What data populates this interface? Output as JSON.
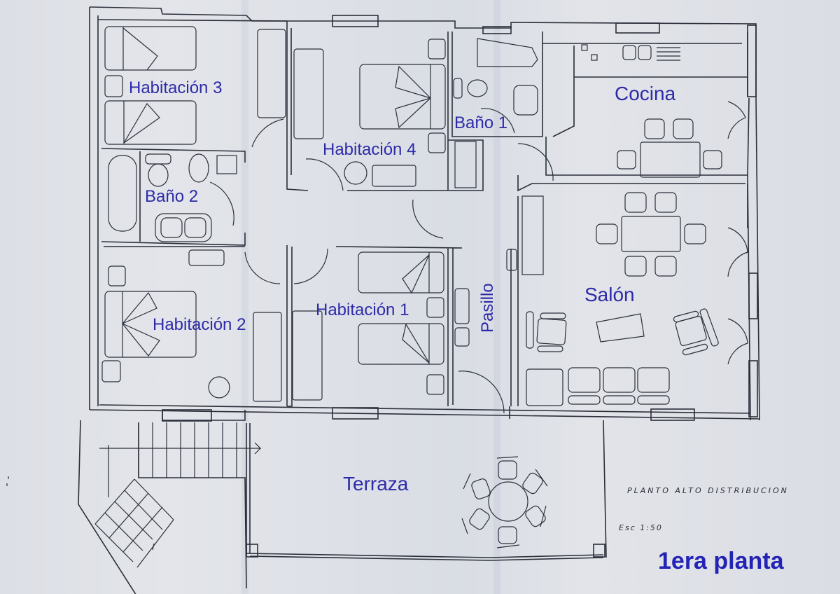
{
  "plan": {
    "title": "1era planta",
    "subtitle": "PLANTO ALTO DISTRIBUCION",
    "scale": "Esc 1:50",
    "ink_color": "#2d2aa8",
    "rooms": [
      {
        "id": "habitacion-3",
        "label": "Habitación 3"
      },
      {
        "id": "habitacion-4",
        "label": "Habitación 4"
      },
      {
        "id": "bano-1",
        "label": "Baño 1"
      },
      {
        "id": "cocina",
        "label": "Cocina"
      },
      {
        "id": "bano-2",
        "label": "Baño 2"
      },
      {
        "id": "salon",
        "label": "Salón"
      },
      {
        "id": "habitacion-2",
        "label": "Habitación 2"
      },
      {
        "id": "habitacion-1",
        "label": "Habitación 1"
      },
      {
        "id": "pasillo",
        "label": "Pasillo"
      },
      {
        "id": "terraza",
        "label": "Terraza"
      }
    ]
  }
}
